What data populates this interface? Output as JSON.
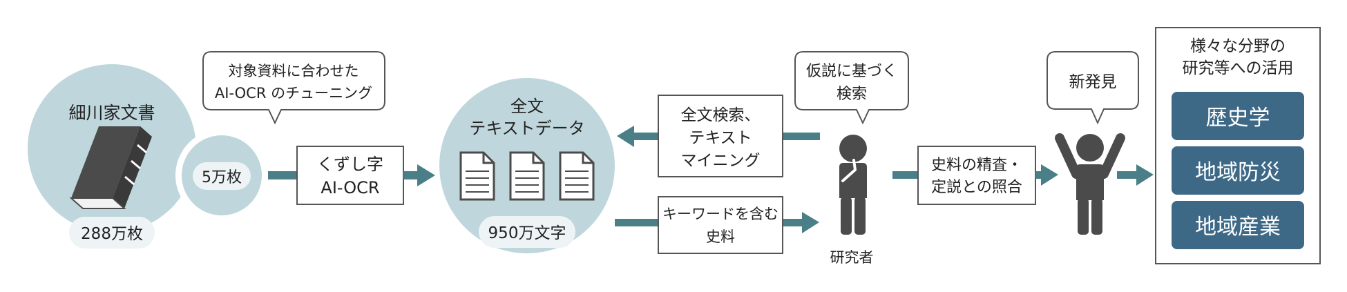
{
  "colors": {
    "teal": "#4a7f87",
    "light_teal": "#bfd7dc",
    "pill": "#eef4f5",
    "dark_box": "#3d6987",
    "figure": "#4b4b4b",
    "outline": "#555555"
  },
  "source": {
    "title": "細川家文書",
    "count": "288万枚",
    "subset_count": "5万枚",
    "icon": "book-icon"
  },
  "tuning_bubble": {
    "line1": "対象資料に合わせた",
    "line2": "AI-OCR のチューニング"
  },
  "ocr_box": {
    "line1": "くずし字",
    "line2": "AI-OCR"
  },
  "fulltext": {
    "title_line1": "全文",
    "title_line2": "テキストデータ",
    "count": "950万文字",
    "icon": "document-icon"
  },
  "search_box": {
    "line1": "全文検索、",
    "line2": "テキスト",
    "line3": "マイニング"
  },
  "keyword_box": {
    "line1": "キーワードを含む",
    "line2": "史料"
  },
  "hypothesis_bubble": {
    "line1": "仮説に基づく",
    "line2": "検索"
  },
  "researcher": {
    "label": "研究者",
    "icon": "thinking-person-icon"
  },
  "verify_box": {
    "line1": "史料の精査・",
    "line2": "定説との照合"
  },
  "discovery_bubble": {
    "text": "新発見"
  },
  "celebrating_person_icon": "celebrating-person-icon",
  "applications": {
    "title_line1": "様々な分野の",
    "title_line2": "研究等への活用",
    "items": [
      "歴史学",
      "地域防災",
      "地域産業"
    ]
  }
}
